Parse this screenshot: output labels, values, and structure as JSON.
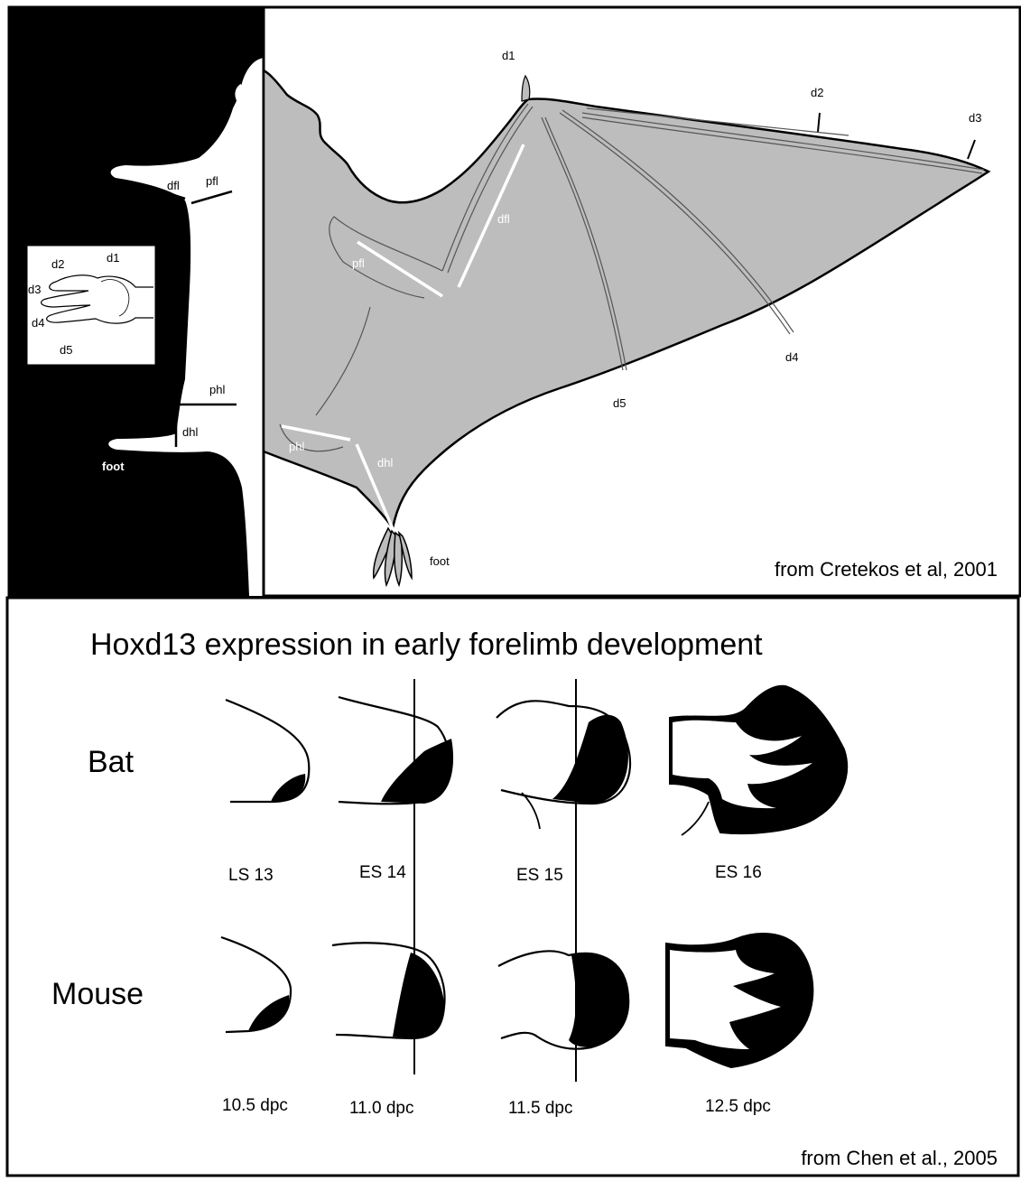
{
  "top_panel": {
    "left_labels": {
      "dfl": "dfl",
      "pfl": "pfl",
      "phl": "phl",
      "dhl": "dhl",
      "foot": "foot"
    },
    "inset_labels": {
      "d1": "d1",
      "d2": "d2",
      "d3": "d3",
      "d4": "d4",
      "d5": "d5"
    },
    "wing_labels": {
      "d1": "d1",
      "d2": "d2",
      "d3": "d3",
      "d4": "d4",
      "d5": "d5",
      "pfl": "pfl",
      "dfl": "dfl",
      "phl": "phl",
      "dhl": "dhl",
      "foot": "foot"
    },
    "credit": "from Cretekos et al, 2001"
  },
  "bottom_panel": {
    "title": "Hoxd13 expression in early forelimb development",
    "rows": [
      {
        "label": "Bat",
        "stages": [
          "LS 13",
          "ES 14",
          "ES 15",
          "ES 16"
        ]
      },
      {
        "label": "Mouse",
        "stages": [
          "10.5 dpc",
          "11.0 dpc",
          "11.5 dpc",
          "12.5 dpc"
        ]
      }
    ],
    "credit": "from Chen et al., 2005"
  },
  "colors": {
    "wing_fill": "#bdbdbd",
    "expression_fill": "#000000",
    "background": "#ffffff",
    "panel_dark": "#000000"
  }
}
